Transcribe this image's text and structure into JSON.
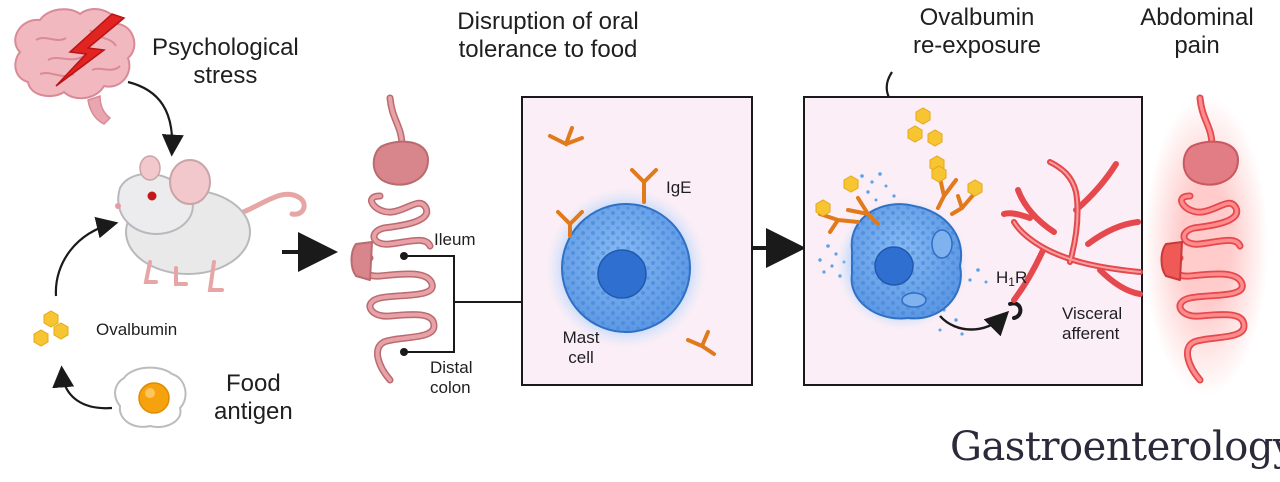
{
  "labels": {
    "psychological_stress": [
      "Psychological",
      "stress"
    ],
    "food_antigen": [
      "Food",
      "antigen"
    ],
    "ovalbumin": "Ovalbumin",
    "disruption": [
      "Disruption of oral",
      "tolerance to food"
    ],
    "ileum": "Ileum",
    "distal_colon": [
      "Distal",
      "colon"
    ],
    "ige": "IgE",
    "mast_cell": [
      "Mast",
      "cell"
    ],
    "re_exposure": [
      "Ovalbumin",
      "re-exposure"
    ],
    "h1r_main": "H",
    "h1r_sub": "1",
    "h1r_end": "R",
    "visceral_afferent": [
      "Visceral",
      "afferent"
    ],
    "abdominal_pain": [
      "Abdominal",
      "pain"
    ]
  },
  "journal": "Gastroenterology",
  "colors": {
    "panel_bg": "#fbeef6",
    "gut_normal": "#d98a8f",
    "gut_inflamed": "#ef5a56",
    "mast_cell": "#4f8fe0",
    "mast_glow": "#8ec8ff",
    "antibody": "#e07a1c",
    "antigen": "#f7c432",
    "nerve": "#e5484d",
    "arrow": "#1a1a1a"
  }
}
